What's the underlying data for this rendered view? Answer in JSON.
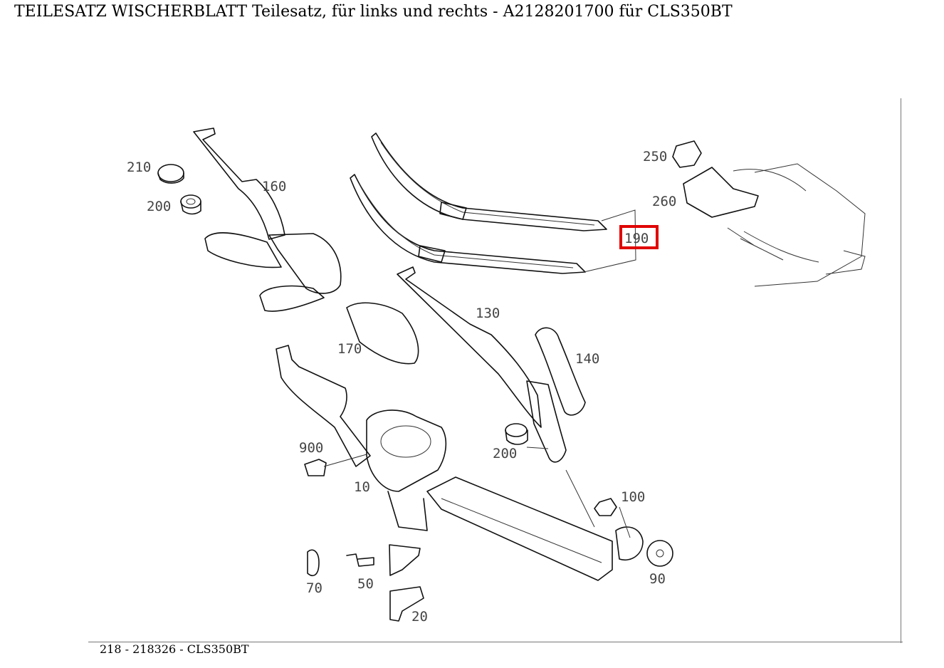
{
  "title": "TEILESATZ WISCHERBLATT Teilesatz, für links und rechts - A2128201700 für CLS350BT",
  "footer": "218 - 218326 - CLS350BT",
  "highlight_color": "#e00000",
  "parts": {
    "p10": "10",
    "p20": "20",
    "p50": "50",
    "p70": "70",
    "p90": "90",
    "p100": "100",
    "p130": "130",
    "p140": "140",
    "p160": "160",
    "p170": "170",
    "p190": "190",
    "p200a": "200",
    "p200b": "200",
    "p210": "210",
    "p250": "250",
    "p260": "260",
    "p900": "900"
  }
}
